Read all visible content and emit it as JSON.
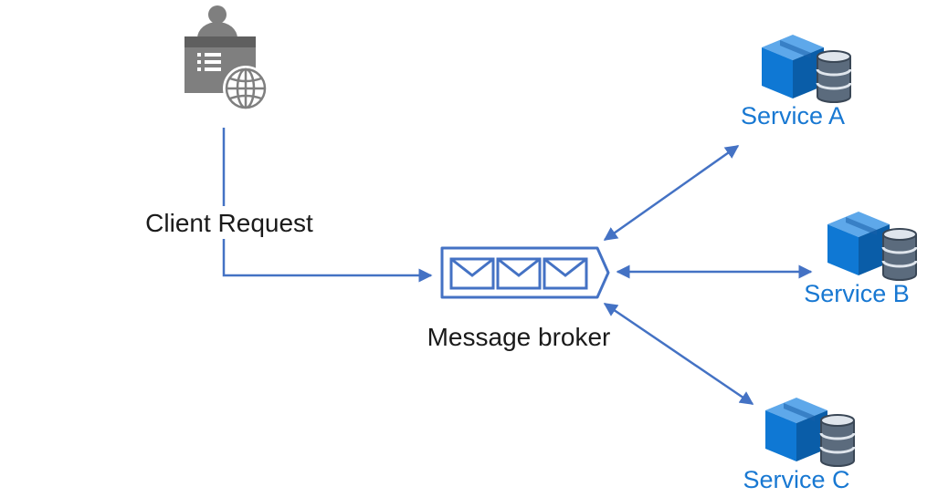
{
  "client": {
    "label": "Client Request",
    "icon": "user-web-client-icon"
  },
  "broker": {
    "label": "Message broker",
    "icon": "message-queue-icon",
    "envelope_count": 3
  },
  "services": [
    {
      "label": "Service A",
      "icon": "service-database-icon"
    },
    {
      "label": "Service B",
      "icon": "service-database-icon"
    },
    {
      "label": "Service C",
      "icon": "service-database-icon"
    }
  ],
  "colors": {
    "connector": "#4472c4",
    "service_label": "#1878d2",
    "cube_front": "#0f78d4",
    "cube_top": "#5ea8ea",
    "cube_side": "#0a5da8",
    "client_gray": "#7f7f7f"
  }
}
